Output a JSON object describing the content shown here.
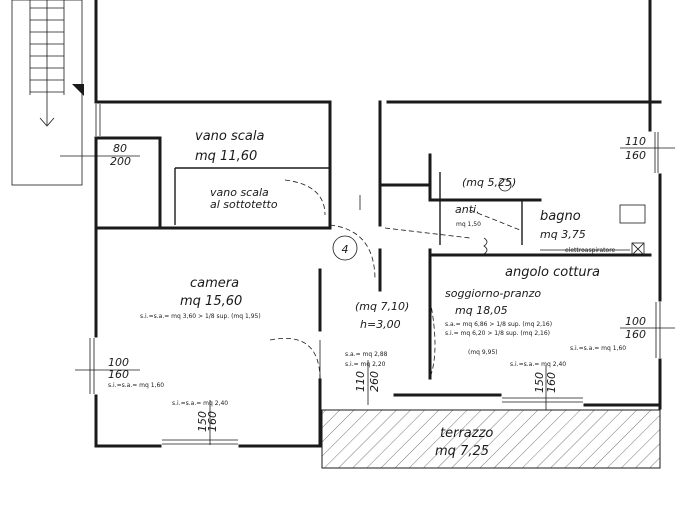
{
  "rooms": {
    "vano_scala": {
      "name": "vano scala",
      "area": "mq 11,60"
    },
    "vano_scala_sottotetto": {
      "line1": "vano scala",
      "line2": "al sottotetto"
    },
    "camera": {
      "name": "camera",
      "area": "mq 15,60",
      "ratio": "s.i.=s.a.= mq 3,60 > 1/8 sup. (mq 1,95)"
    },
    "bagno": {
      "name": "bagno",
      "area": "mq 3,75",
      "window": "(mq 5,25)",
      "fan": "elettroaspiratore"
    },
    "anti": {
      "name": "anti.",
      "area": "mq 1,50"
    },
    "soggiorno": {
      "name": "soggiorno-pranzo",
      "area": "mq 18,05",
      "ratio1": "s.a.= mq 6,86 > 1/8 sup. (mq 2,16)",
      "ratio2": "s.i.= mq 6,20 > 1/8 sup. (mq 2,16)",
      "sub_area": "(mq 9,95)",
      "window_ratio": "s.i.=s.a.= mq 2,40"
    },
    "angolo_cottura": {
      "name": "angolo cottura"
    },
    "disimpegno": {
      "area": "(mq 7,10)",
      "height": "h=3,00",
      "sa": "s.a.= mq 2,88",
      "si": "s.i.= mq 2,20"
    },
    "terrazzo": {
      "name": "terrazzo",
      "area": "mq 7,25"
    }
  },
  "entry_marker": "4",
  "windows": {
    "stair_w": {
      "w": "80",
      "h": "200"
    },
    "top_right": {
      "w": "110",
      "h": "160"
    },
    "right_mid": {
      "w": "100",
      "h": "160",
      "ratio": "s.i.=s.a.= mq 1,60"
    },
    "left_mid": {
      "w": "100",
      "h": "160",
      "ratio": "s.i.=s.a.= mq 1,60"
    },
    "camera_bottom": {
      "w": "150",
      "h": "160",
      "ratio": "s.i.=s.a.= mq 2,40"
    },
    "door_terrace": {
      "w": "110",
      "h": "260"
    },
    "soggiorno_bottom": {
      "w": "150",
      "h": "160"
    }
  }
}
